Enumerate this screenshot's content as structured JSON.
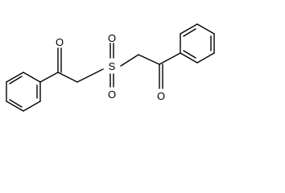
{
  "molecule": {
    "atoms": {
      "sulfur": "S",
      "sulfonyl_oxygen_top": "O",
      "sulfonyl_oxygen_bottom": "O",
      "left_carbonyl_oxygen": "O",
      "right_carbonyl_oxygen": "O"
    }
  },
  "colors": {
    "bond": "#000000",
    "label": "#000000",
    "background": "#ffffff"
  }
}
